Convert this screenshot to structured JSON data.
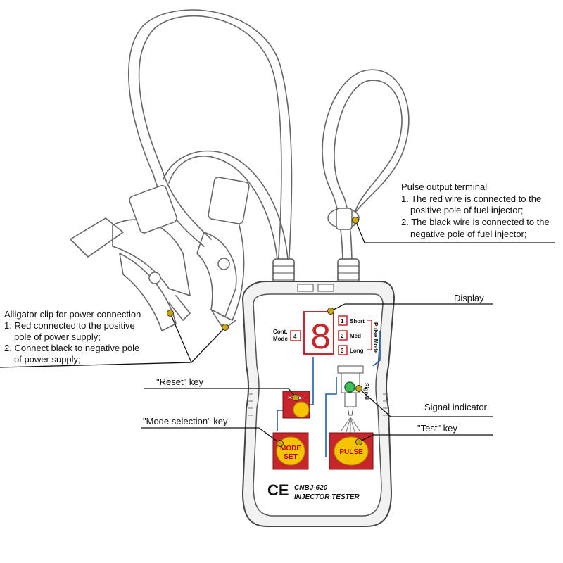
{
  "annotations": {
    "pulse": {
      "title": "Pulse output terminal",
      "line1": "1. The red wire is connected to the",
      "line2": "positive pole of fuel injector;",
      "line3": "2. The black wire is connected to the",
      "line4": "negative pole of fuel injector;"
    },
    "alligator": {
      "title": "Alligator clip for power connection",
      "line1": "1. Red connected to the positive",
      "line2": "pole of power supply;",
      "line3": "2. Connect black to negative pole",
      "line4": "of power supply;"
    },
    "display": "Display",
    "reset_key": "\"Reset\" key",
    "mode_key": "\"Mode selection\" key",
    "signal_indicator": "Signal indicator",
    "test_key": "\"Test\" key"
  },
  "device": {
    "cont_mode_line1": "Cont.",
    "cont_mode_line2": "Mode",
    "cont_mode_num": "4",
    "digit": "8",
    "modes": [
      {
        "num": "1",
        "label": "Short"
      },
      {
        "num": "2",
        "label": "Med"
      },
      {
        "num": "3",
        "label": "Long"
      }
    ],
    "pulse_mode_label": "Pulse Mode",
    "signal_label": "Signal",
    "reset_label": "RESET",
    "mode_set_line1": "MODE",
    "mode_set_line2": "SET",
    "pulse_label": "PULSE",
    "ce_mark": "CE",
    "model": "CNBJ-620",
    "product_name": "INJECTOR TESTER"
  },
  "colors": {
    "accent_red": "#c8262a",
    "button_yellow": "#f5c400",
    "connector_blue": "#1f5fa8",
    "signal_green": "#3fbf5a"
  }
}
